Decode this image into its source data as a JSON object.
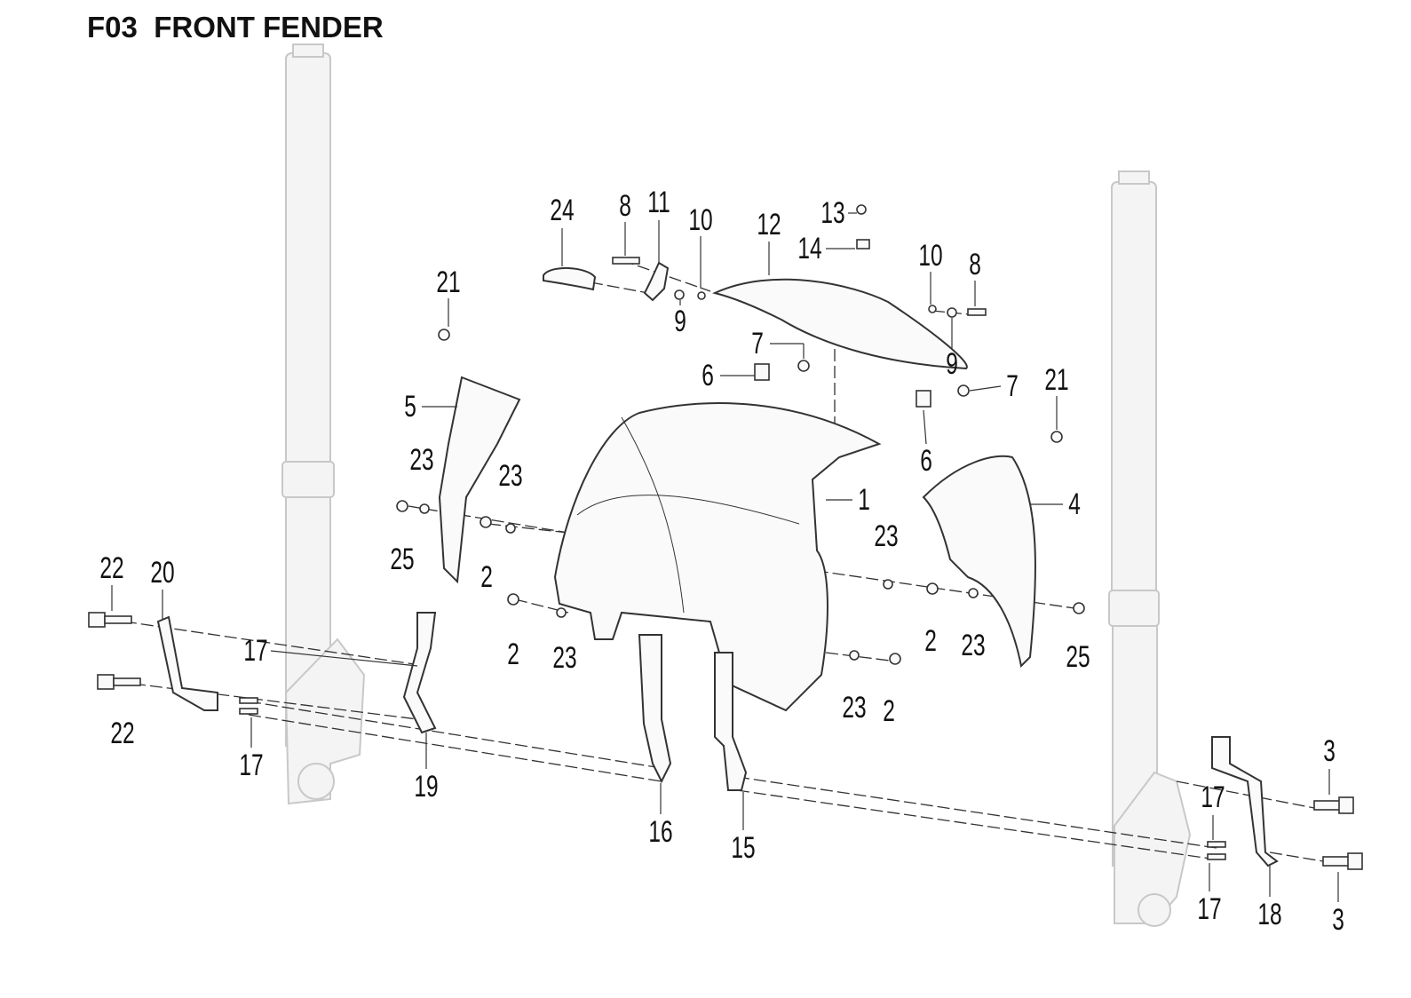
{
  "title": "F03  FRONT FENDER",
  "callouts": [
    "24",
    "8",
    "11",
    "10",
    "12",
    "13",
    "14",
    "10",
    "8",
    "21",
    "9",
    "7",
    "9",
    "6",
    "7",
    "21",
    "5",
    "6",
    "23",
    "23",
    "1",
    "4",
    "23",
    "25",
    "2",
    "22",
    "20",
    "2",
    "23",
    "2",
    "23",
    "25",
    "17",
    "22",
    "17",
    "19",
    "23",
    "2",
    "16",
    "15",
    "3",
    "17",
    "17",
    "18",
    "3"
  ],
  "colors": {
    "ink": "#111111",
    "ghost": "#c8c8c8",
    "part": "#333333"
  }
}
